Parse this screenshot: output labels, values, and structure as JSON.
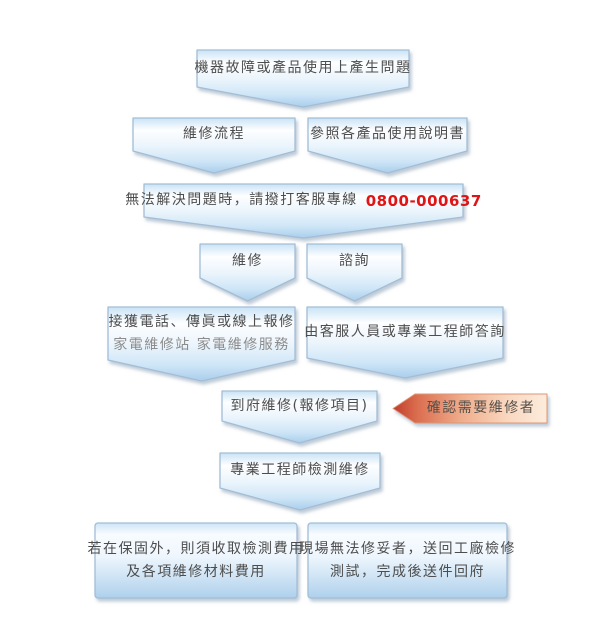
{
  "flow": {
    "problem": "機器故障或產品使用上產生問題",
    "repair_process": "維修流程",
    "manual": "參照各產品使用說明書",
    "hotline_text": "無法解決問題時，請撥打客服專線",
    "hotline_phone": "0800-000637",
    "repair": "維修",
    "consult": "諮詢",
    "receive_line1": "接獲電話、傳眞或線上報修",
    "receive_line2": "家電維修站 家電維修服務",
    "answer": "由客服人員或專業工程師答詢",
    "onsite": "到府維修(報修項目)",
    "confirm": "確認需要維修者",
    "engineer": "專業工程師檢測維修",
    "fee_line1": "若在保固外，則須收取檢測費用",
    "fee_line2": "及各項維修材料費用",
    "factory_line1": "現場無法修妥者，送回工廠檢修",
    "factory_line2": "測試，完成後送件回府"
  },
  "colors": {
    "text": "#4d4d4d",
    "muted_text": "#8c8c8c",
    "phone_red": "#e01414",
    "node_border": "#a3bdd6",
    "node_fill_top": "#c9e3f6",
    "node_fill_mid": "#fdfeff",
    "node_fill_bottom": "#a9ceec",
    "arrow_red_deep": "#bf3c2b",
    "arrow_fill_light": "#fcecdd",
    "arrow_border": "#dd9678"
  }
}
